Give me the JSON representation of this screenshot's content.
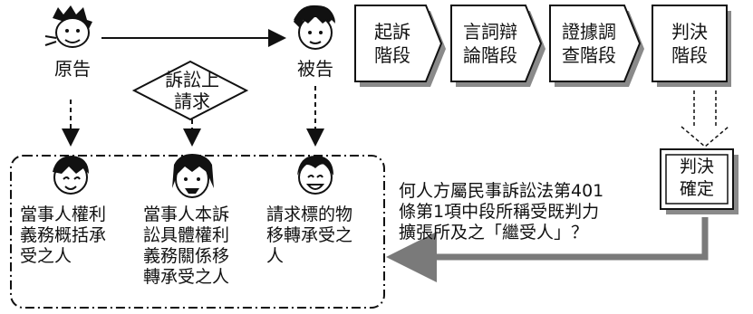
{
  "parties": {
    "plaintiff": "原告",
    "defendant": "被告"
  },
  "claim_label": "訴訟上\n請求",
  "stages": [
    {
      "label": "起訴\n階段"
    },
    {
      "label": "言詞辯\n論階段"
    },
    {
      "label": "證據調\n查階段"
    },
    {
      "label": "判決\n階段"
    }
  ],
  "final_stage": "判決\n確定",
  "successors": [
    {
      "text": "當事人權利\n義務概括承\n受之人"
    },
    {
      "text": "當事人本訴\n訟具體權利\n義務關係移\n轉承受之人"
    },
    {
      "text": "請求標的物\n移轉承受之\n人"
    }
  ],
  "question": "何人方屬民事訴訟法第401\n條第1項中段所稱受既判力\n擴張所及之「繼受人」？",
  "icons": [
    "plaintiff-face-icon",
    "defendant-face-icon",
    "successor-face-icon"
  ],
  "colors": {
    "line": "#111111",
    "shadow": "#8a8a8a",
    "arrow_gray": "#7a7a7a"
  }
}
